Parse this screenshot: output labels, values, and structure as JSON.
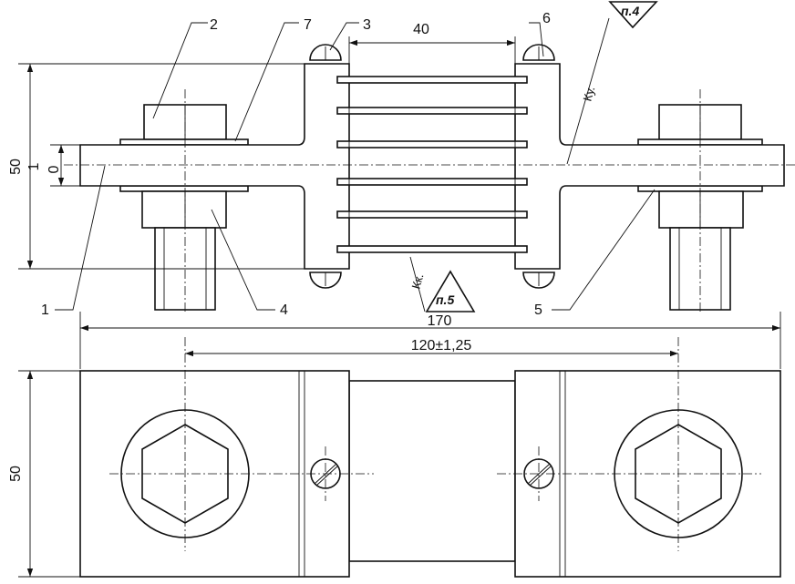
{
  "callouts": {
    "c1": "1",
    "c2": "2",
    "c3": "3",
    "c4": "4",
    "c5": "5",
    "c6": "6",
    "c7": "7"
  },
  "dimensions": {
    "top_width": "40",
    "height_top": "50",
    "small_1": "1",
    "small_0": "0",
    "overall_length": "170",
    "hole_spacing": "120±1,25",
    "height_bottom": "50"
  },
  "notes": {
    "p4": "п.4",
    "p5": "п.5",
    "ku": "Ку.",
    "kk": "Кк."
  }
}
